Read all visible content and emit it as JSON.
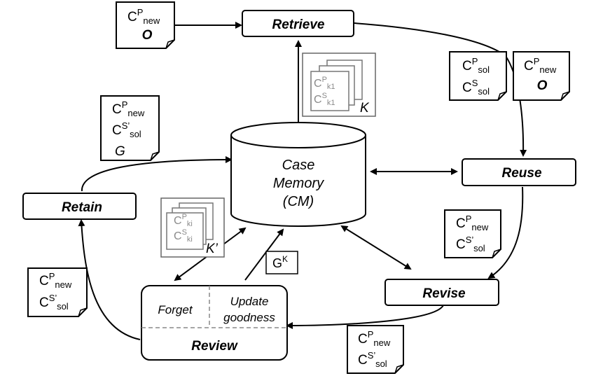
{
  "processes": {
    "retrieve": "Retrieve",
    "reuse": "Reuse",
    "revise": "Revise",
    "review": "Review",
    "retain": "Retain"
  },
  "case_memory": {
    "line1": "Case",
    "line2": "Memory",
    "line3": "(CM)"
  },
  "review_sections": {
    "forget": "Forget",
    "update_line1": "Update",
    "update_line2": "goodness"
  },
  "symbols": {
    "C": "C",
    "P": "P",
    "S": "S",
    "S_prime": "S’",
    "new": "new",
    "sol": "sol",
    "O": "O",
    "G": "G",
    "K": "K",
    "K_prime": "K’",
    "k1": "k1",
    "ki": "ki"
  },
  "gk_box": {
    "base": "G",
    "sup": "K"
  }
}
